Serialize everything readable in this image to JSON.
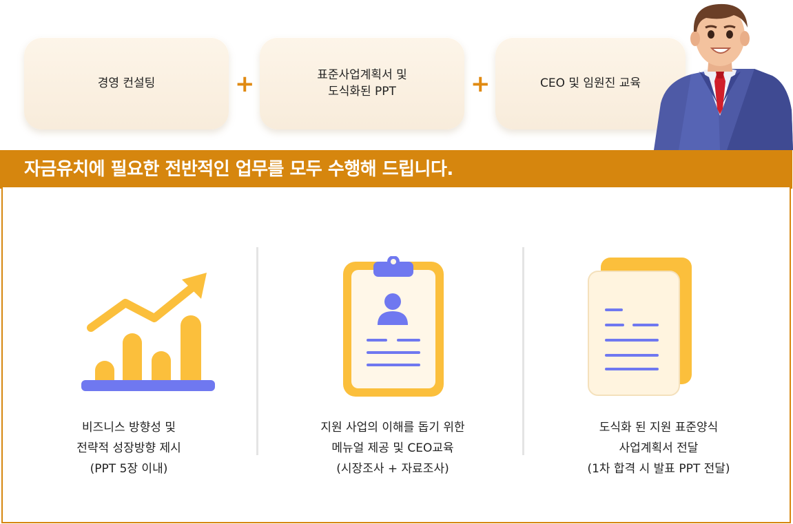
{
  "services": [
    {
      "label": "경영 컨설팅"
    },
    {
      "label": "표준사업계획서 및\n도식화된 PPT"
    },
    {
      "label": "CEO 및 임원진 교육"
    }
  ],
  "plus_symbol": "+",
  "banner": {
    "title": "자금유치에 필요한 전반적인 업무를 모두 수행해 드립니다.",
    "color": "#d6860e"
  },
  "features": [
    {
      "icon": "growth-chart-icon",
      "lines": [
        "비즈니스 방향성 및",
        "전략적 성장방향 제시",
        "(PPT 5장 이내)"
      ]
    },
    {
      "icon": "clipboard-profile-icon",
      "lines": [
        "지원 사업의 이해를 돕기 위한",
        "메뉴얼 제공 및 CEO교육",
        "(시장조사 + 자료조사)"
      ]
    },
    {
      "icon": "documents-icon",
      "lines": [
        "도식화 된 지원 표준양식",
        "사업계획서 전달",
        "(1차 합격 시 발표 PPT 전달)"
      ]
    }
  ],
  "colors": {
    "accent": "#d6860e",
    "plus": "#e08a12",
    "icon_yellow": "#fbbf3c",
    "icon_blue": "#6f78f0"
  }
}
